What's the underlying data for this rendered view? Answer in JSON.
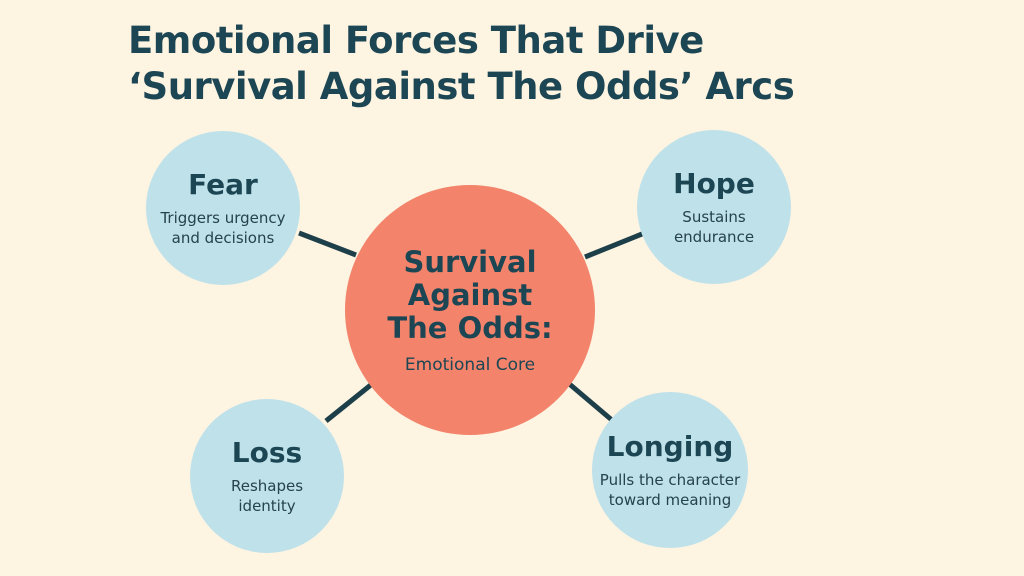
{
  "title": {
    "line1": "Emotional Forces That Drive",
    "line2": "‘Survival Against The Odds’ Arcs"
  },
  "core": {
    "title_lines": [
      "Survival",
      "Against",
      "The Odds:"
    ],
    "subtitle": "Emotional Core"
  },
  "nodes": [
    {
      "id": "fear",
      "label": "Fear",
      "desc_lines": [
        "Triggers urgency",
        "and decisions"
      ]
    },
    {
      "id": "hope",
      "label": "Hope",
      "desc_lines": [
        "Sustains",
        "endurance"
      ]
    },
    {
      "id": "loss",
      "label": "Loss",
      "desc_lines": [
        "Reshapes",
        "identity"
      ]
    },
    {
      "id": "longing",
      "label": "Longing",
      "desc_lines": [
        "Pulls the character",
        "toward meaning"
      ]
    }
  ],
  "colors": {
    "background": "#fdf4e2",
    "core_fill": "#f3846b",
    "satellite_fill": "#bfe1ea",
    "text_dark": "#1d4654",
    "connector": "#1d3f4a"
  }
}
